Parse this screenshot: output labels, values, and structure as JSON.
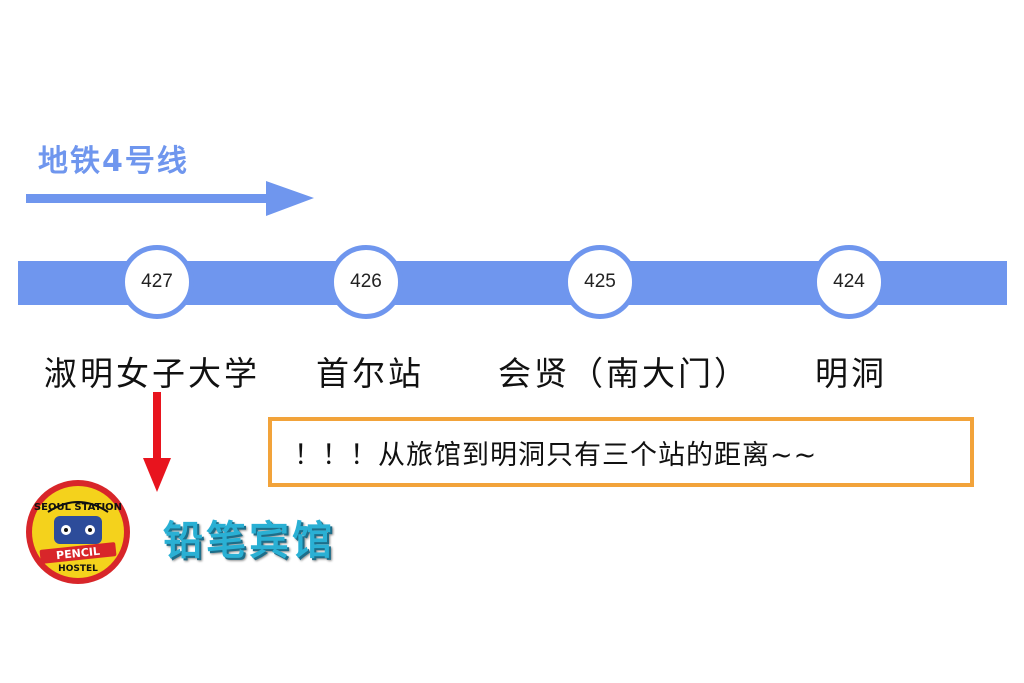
{
  "line": {
    "title": "地铁4号线",
    "color": "#6f96ee"
  },
  "stations": [
    {
      "number": "427",
      "name": "淑明女子大学"
    },
    {
      "number": "426",
      "name": "首尔站"
    },
    {
      "number": "425",
      "name": "会贤（南大门）"
    },
    {
      "number": "424",
      "name": "明洞"
    }
  ],
  "note": {
    "text": "！！！从旅馆到明洞只有三个站的距离~~",
    "border_color": "#f2a33a"
  },
  "hostel": {
    "name": "铅笔宾馆",
    "name_color": "#2ab0d4",
    "logo": {
      "top_text": "SEOUL STATION",
      "mid_text": "PENCIL",
      "bottom_text": "HOSTEL"
    }
  },
  "arrow_color": "#e8141e"
}
